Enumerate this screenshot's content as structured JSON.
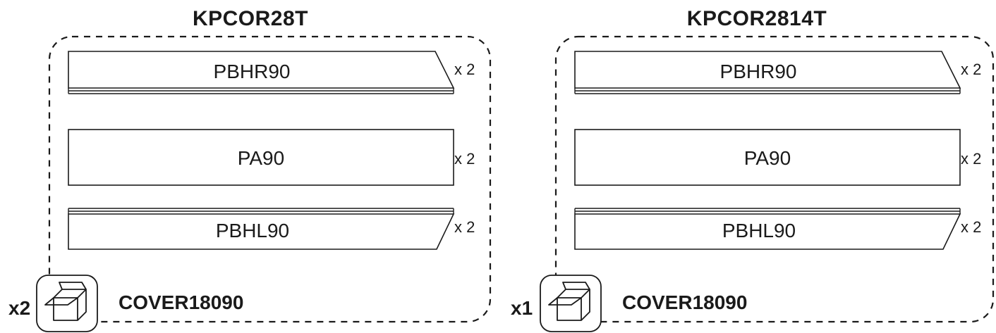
{
  "kits": [
    {
      "name": "KPCOR28T",
      "panels": [
        {
          "label": "PBHR90",
          "qty": "x 2"
        },
        {
          "label": "PA90",
          "qty": "x 2"
        },
        {
          "label": "PBHL90",
          "qty": "x 2"
        }
      ],
      "box_qty": "x2",
      "box_label": "COVER18090",
      "box_icon": "open-box-icon"
    },
    {
      "name": "KPCOR2814T",
      "panels": [
        {
          "label": "PBHR90",
          "qty": "x 2"
        },
        {
          "label": "PA90",
          "qty": "x 2"
        },
        {
          "label": "PBHL90",
          "qty": "x 2"
        }
      ],
      "box_qty": "x1",
      "box_label": "COVER18090",
      "box_icon": "open-box-icon"
    }
  ],
  "colors": {
    "stroke": "#1a1a1a",
    "background": "#ffffff"
  }
}
